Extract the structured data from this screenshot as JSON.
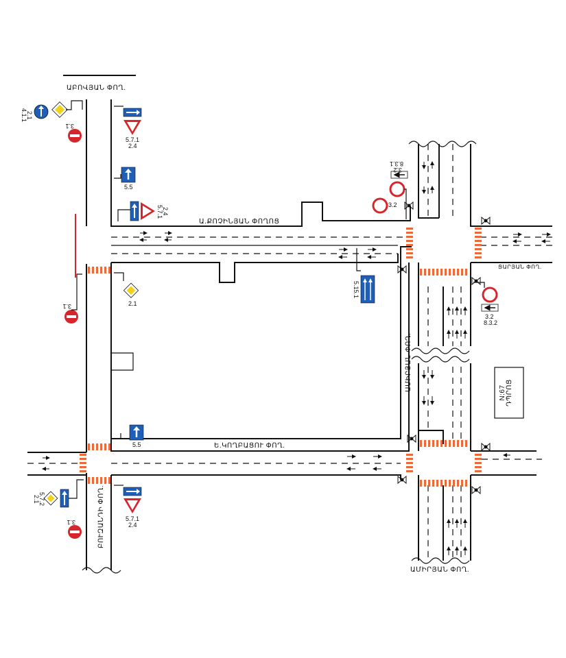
{
  "streets": {
    "top_left": "ԱԲՈՎՅԱՆ ՓՈՂ.",
    "north_road": "Ա.ՔՈՉԻՆՅԱՆ ՓՈՂՈՑ",
    "east_top": "ՑԱՐՅԱՆ ՓՈՂ.",
    "east_vertical": "ԱՄԻՐՅԱՆ ՓՈՂ.",
    "south_road": "Ե.ԿՈՂԲԱՑՈՒ ՓՈՂ.",
    "west_vertical": "ԲՈՒԶԱՆԴԻ ՓՈՂ.",
    "bottom_right": "ԱՄԻՐՅԱՆ ՓՈՂ."
  },
  "school_box": {
    "line1": "ԴՊՐՈՑ",
    "line2": "N:67"
  },
  "signs": [
    {
      "code": "2.1",
      "type": "priority-diamond"
    },
    {
      "code": "4.1.1",
      "type": "mandatory-straight"
    },
    {
      "code": "3.1",
      "type": "no-entry"
    },
    {
      "code": "5.7.1",
      "type": "one-way-right"
    },
    {
      "code": "2.4",
      "type": "give-way"
    },
    {
      "code": "5.5",
      "type": "one-way-road"
    },
    {
      "code": "3.2",
      "type": "no-vehicles"
    },
    {
      "code": "8.3.1",
      "type": "direction-plate"
    },
    {
      "code": "8.3.2",
      "type": "direction-plate"
    },
    {
      "code": "5.15.1",
      "type": "lane-directions"
    },
    {
      "code": "5.7.2",
      "type": "one-way-left"
    }
  ],
  "sign_labels": {
    "s21": "2.1",
    "s411": "4.1.1",
    "s31": "3.1",
    "s571": "5.7.1",
    "s24": "2.4",
    "s55": "5.5",
    "s32": "3.2",
    "s831": "8.3.1",
    "s832": "8.3.2",
    "s5151": "5.15.1",
    "s572": "5.7.2"
  },
  "colors": {
    "crossing": "#ec6a3a",
    "sign_blue": "#1f5fb8",
    "sign_red": "#d7262b",
    "diamond_yellow": "#f3d21b",
    "line": "#111111"
  }
}
